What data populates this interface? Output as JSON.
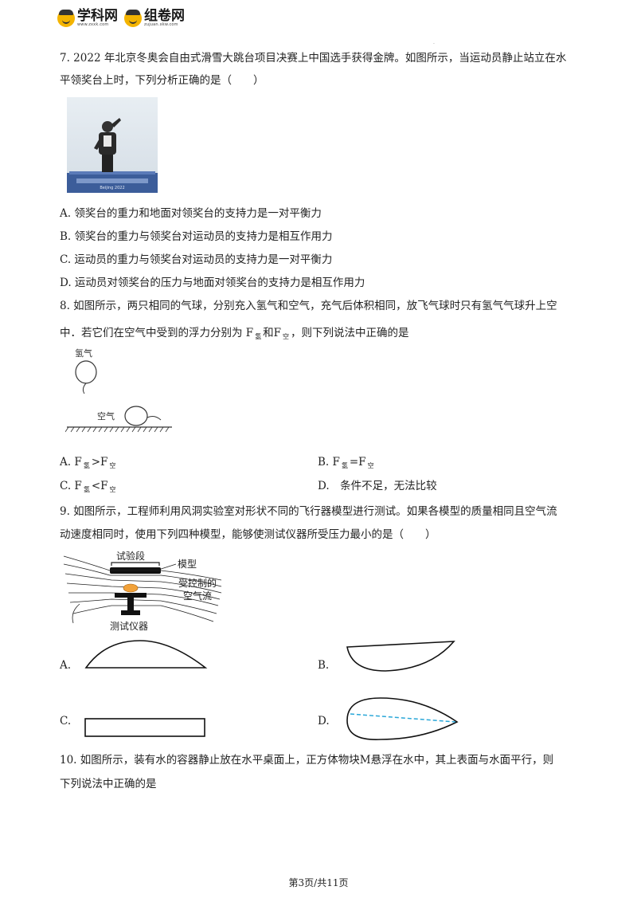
{
  "header": {
    "logo1_name": "学科网",
    "logo1_url": "www.zxxk.com",
    "logo2_name": "组卷网",
    "logo2_url": "zujuan.xkw.com",
    "dot": "."
  },
  "q7": {
    "stem_line1": "7. 2022 年北京冬奥会自由式滑雪大跳台项目决赛上中国选手获得金牌。如图所示，当运动员静止站立在水",
    "stem_line2": "平领奖台上时，下列分析正确的是（　　）",
    "option_a": "A. 领奖台的重力和地面对领奖台的支持力是一对平衡力",
    "option_b": "B. 领奖台的重力与领奖台对运动员的支持力是相互作用力",
    "option_c": "C. 运动员的重力与领奖台对运动员的支持力是一对平衡力",
    "option_d": "D. 运动员对领奖台的压力与地面对领奖台的支持力是相互作用力",
    "photo_caption": "Beijing 2022"
  },
  "q8": {
    "stem_line1": "8. 如图所示，两只相同的气球，分别充入氢气和空气，充气后体积相同，放飞气球时只有氢气气球升上空",
    "stem_line2_pre": "中．若它们在空气中受到的浮力分别为 F",
    "stem_sub1": "氢",
    "stem_mid": "和F",
    "stem_sub2": "空",
    "stem_post": "，则下列说法中正确的是",
    "label_hydrogen": "氢气",
    "label_air": "空气",
    "options": {
      "a_pre": "A. F",
      "a_sub1": "氢",
      "a_op": ">F",
      "a_sub2": "空",
      "b_pre": "B. F",
      "b_sub1": "氢",
      "b_op": "=F",
      "b_sub2": "空",
      "c_pre": "C. F",
      "c_sub1": "氢",
      "c_op": "<F",
      "c_sub2": "空",
      "d_text": "D.　条件不足，无法比较"
    }
  },
  "q9": {
    "stem_line1": "9. 如图所示，工程师利用风洞实验室对形状不同的飞行器模型进行测试。如果各模型的质量相同且空气流",
    "stem_line2": "动速度相同时，使用下列四种模型，能够使测试仪器所受压力最小的是（　　）",
    "label_test_section": "试验段",
    "label_model": "模型",
    "label_airflow_1": "受控制的",
    "label_airflow_2": "空气流",
    "label_instrument": "测试仪器",
    "option_a": "A.",
    "option_b": "B.",
    "option_c": "C.",
    "option_d": "D."
  },
  "q10": {
    "stem_line1": "10. 如图所示，装有水的容器静止放在水平桌面上，正方体物块M悬浮在水中，其上表面与水面平行，则",
    "stem_line2": "下列说法中正确的是"
  },
  "footer": {
    "page": "第3页/共11页"
  }
}
